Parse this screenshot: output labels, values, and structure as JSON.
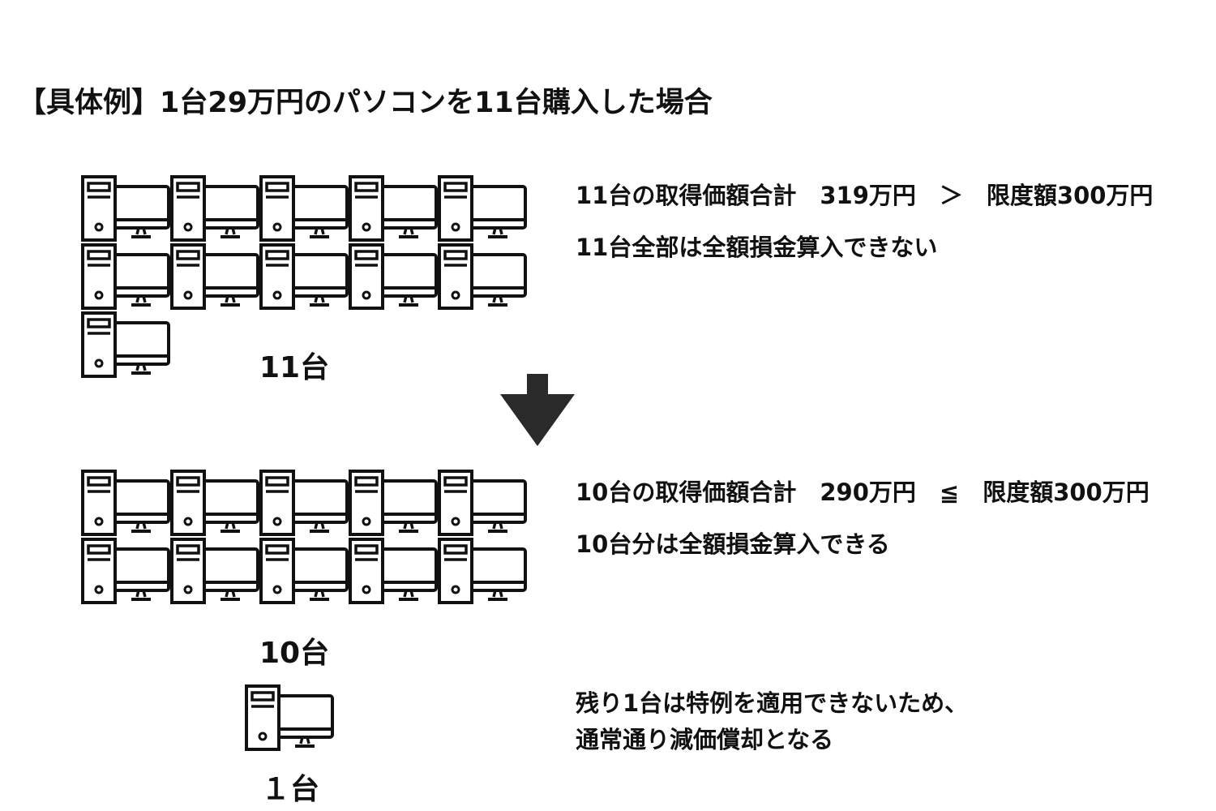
{
  "title": "【具体例】1台29万円のパソコンを11台購入した場合",
  "scenario_before": {
    "pc_count": 11,
    "count_label": "11台",
    "lines": [
      "11台の取得価額合計　319万円　＞　限度額300万円",
      "11台全部は全額損金算入できない"
    ]
  },
  "scenario_after": {
    "pc_count": 10,
    "count_label": "10台",
    "lines": [
      "10台の取得価額合計　290万円　≦　限度額300万円",
      "10台分は全額損金算入できる"
    ]
  },
  "remainder": {
    "pc_count": 1,
    "count_label": "１台",
    "lines": [
      "残り1台は特例を適用できないため、",
      "通常通り減価償却となる"
    ]
  },
  "icons": {
    "pc": "desktop-computer-icon",
    "arrow": "down-arrow-icon"
  },
  "colors": {
    "ink": "#111111",
    "arrow": "#2a2a2a",
    "background": "#ffffff"
  }
}
